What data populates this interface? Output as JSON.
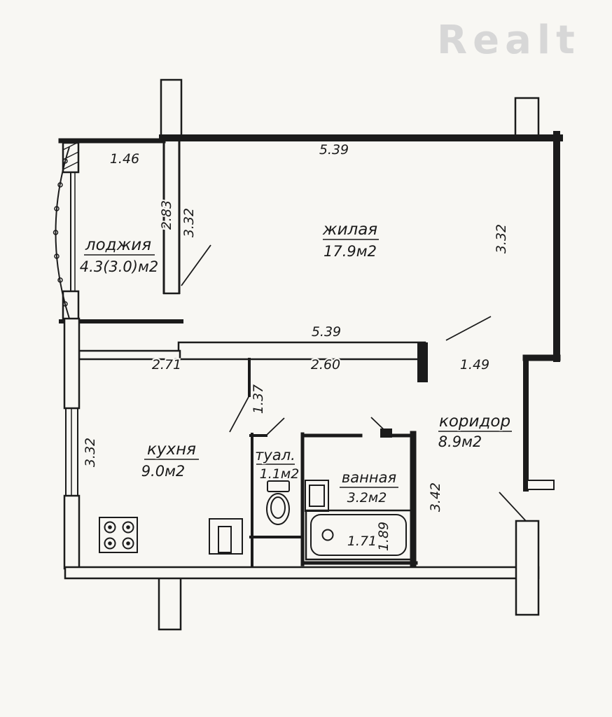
{
  "watermark": {
    "brand": "Realt"
  },
  "colors": {
    "ink": "#1a1a1a",
    "paper": "#f8f7f3",
    "watermark": "#d7d7d7"
  },
  "plan": {
    "rooms": {
      "loggia": {
        "name": "лоджия",
        "area": "4.3(3.0)м2"
      },
      "living": {
        "name": "жилая",
        "area": "17.9м2"
      },
      "kitchen": {
        "name": "кухня",
        "area": "9.0м2"
      },
      "toilet": {
        "name": "туал.",
        "area": "1.1м2"
      },
      "bathroom": {
        "name": "ванная",
        "area": "3.2м2"
      },
      "corridor": {
        "name": "коридор",
        "area": "8.9м2"
      }
    },
    "dimensions": {
      "loggia_top": "1.46",
      "living_top": "5.39",
      "divider_inner": "2.83",
      "divider_outer": "3.32",
      "living_right": "3.32",
      "living_bottom": "5.39",
      "kitchen_top": "2.71",
      "hall_top": "2.60",
      "living_door": "1.49",
      "kitchen_entry": "1.37",
      "kitchen_left": "3.32",
      "corridor_height": "3.42",
      "bath_width": "1.71",
      "bath_depth": "1.89"
    }
  }
}
